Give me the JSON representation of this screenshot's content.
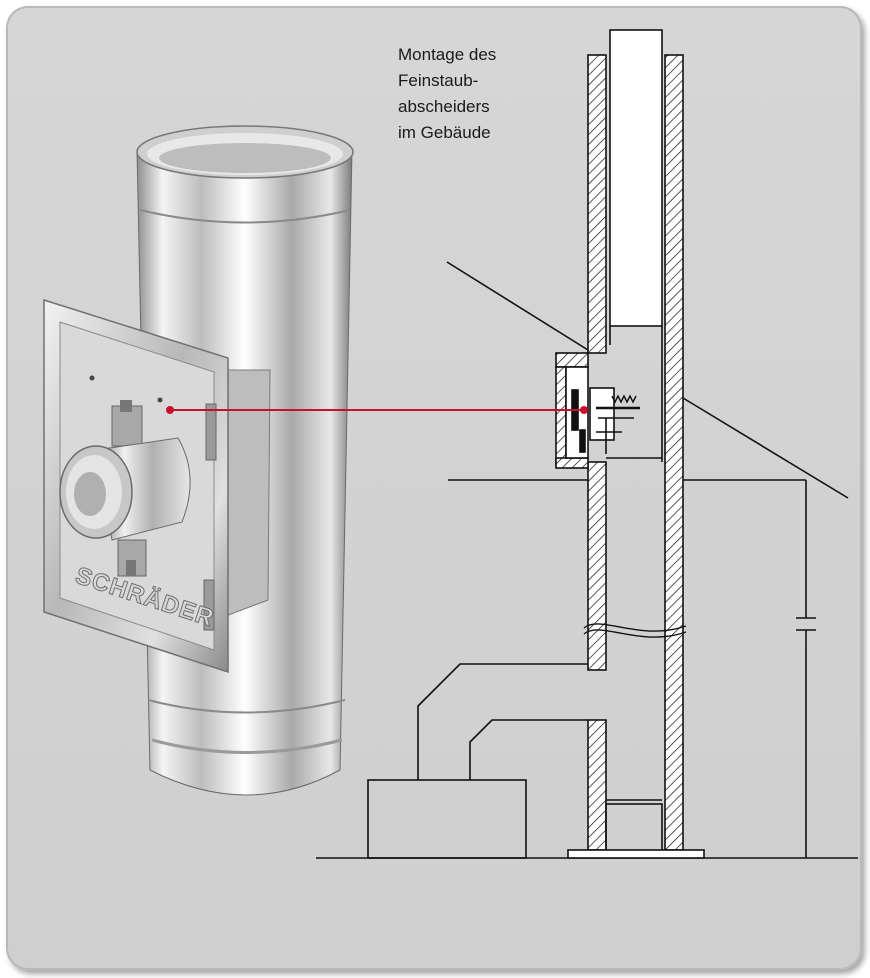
{
  "caption": {
    "lines": [
      "Montage des",
      "Feinstaub-",
      "abscheiders",
      "im Gebäude"
    ]
  },
  "product": {
    "brand_label": "SCHRÄDER"
  },
  "colors": {
    "background": "#d2d2d2",
    "pointer_line": "#c8102e",
    "drawing_ink": "#111111"
  }
}
